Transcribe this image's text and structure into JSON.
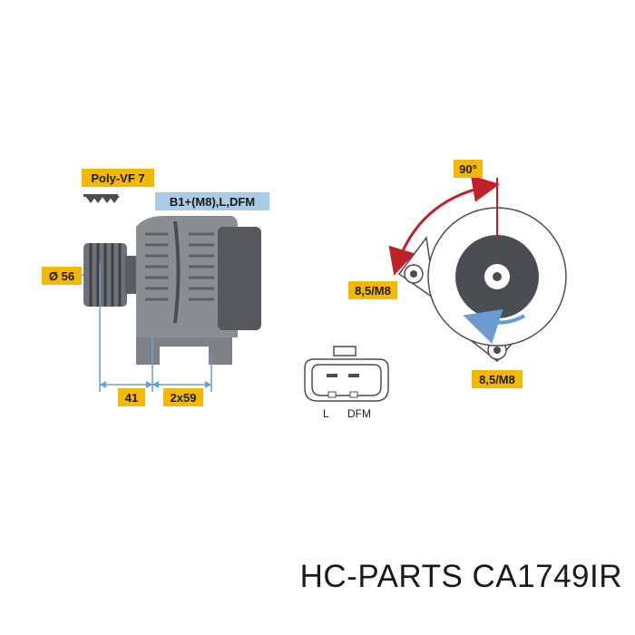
{
  "labels": {
    "belt": "Poly-VF 7",
    "terminals": "B1+(M8),L,DFM",
    "pulley_diameter": "Ø 56",
    "angle": "90°",
    "mount_left": "8,5/M8",
    "mount_bottom": "8,5/M8",
    "offset_1": "41",
    "offset_2": "2x59",
    "connector_pin_l": "L",
    "connector_pin_dfm": "DFM"
  },
  "colors": {
    "label_yellow": "#f5b800",
    "label_blue": "#a9cbe6",
    "arrow_red": "#c0202a",
    "arrow_blue": "#6b9bd0",
    "body_gray": "#8a8d92",
    "dark_gray": "#4a4d52"
  },
  "footer": {
    "text": "HC-PARTS CA1749IR"
  }
}
